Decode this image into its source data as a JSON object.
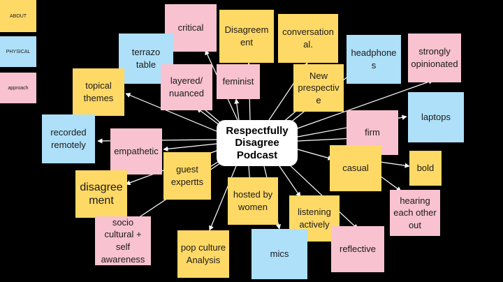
{
  "colors": {
    "yellow": "#ffd966",
    "pink": "#f8c2d0",
    "blue": "#aee0f9",
    "background": "#000000",
    "center": "#ffffff"
  },
  "legend": {
    "about": "ABOUT",
    "physical": "PHYSICAL",
    "approach": "approach"
  },
  "center_label": "Respectfully Disagree Podcast",
  "notes": {
    "critical": "critical",
    "disagreement_top": "Disagreement",
    "conversational": "conversational.",
    "headphones": "headphones",
    "strongly_opinionated": "strongly opinionated",
    "terrazo_table": "terrazo table",
    "layered_nuanced": "layered/ nuanced",
    "feminist": "feminist",
    "new_prespective": "New prespective",
    "topical_themes": "topical themes",
    "laptops": "laptops",
    "recorded_remotely": "recorded remotely",
    "firm": "firm",
    "empathetic": "empathetic",
    "casual": "casual",
    "bold": "bold",
    "guest_expertts": "guest expertts",
    "disagreement_left": "disagreement",
    "hosted_by_women": "hosted by women",
    "hearing_each_other_out": "hearing each other out",
    "listening_actively": "listening actively",
    "socio_cultural": "socio cultural + self awareness",
    "reflective": "reflective",
    "pop_culture": "pop culture Analysis",
    "mics": "mics"
  }
}
